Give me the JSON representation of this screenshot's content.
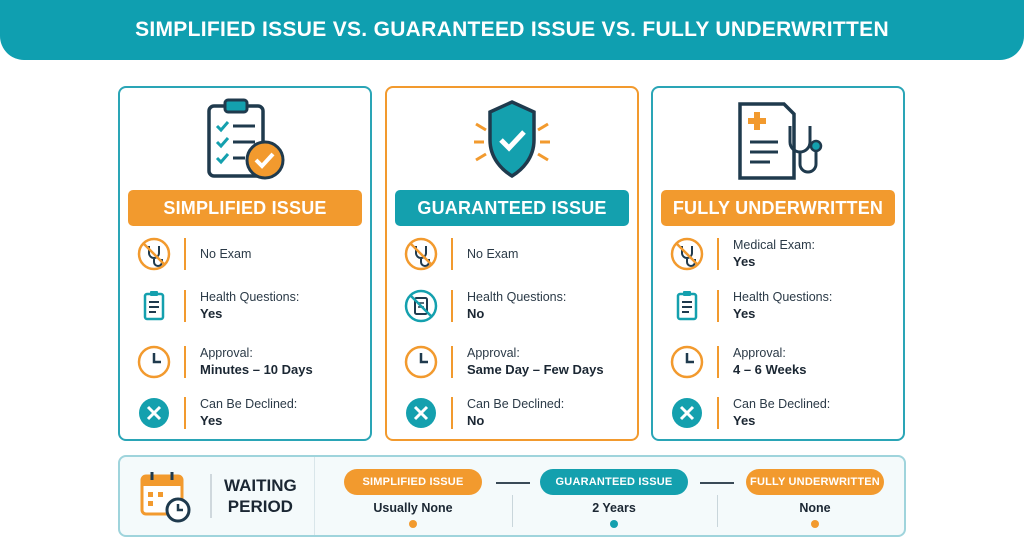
{
  "title": "SIMPLIFIED ISSUE VS. GUARANTEED ISSUE VS. FULLY UNDERWRITTEN",
  "colors": {
    "orange": "#f29a2e",
    "teal": "#14a0ae",
    "navy": "#1f3a4d"
  },
  "cards": [
    {
      "heading": "SIMPLIFIED ISSUE",
      "icon": "clipboard-check-icon",
      "rows": [
        {
          "icon": "no-stethoscope-icon",
          "label": "No Exam",
          "value": ""
        },
        {
          "icon": "clipboard-list-icon",
          "label": "Health Questions:",
          "value": "Yes"
        },
        {
          "icon": "clock-icon",
          "label": "Approval:",
          "value": "Minutes – 10 Days"
        },
        {
          "icon": "x-circle-icon",
          "label": "Can Be Declined:",
          "value": "Yes"
        }
      ]
    },
    {
      "heading": "GUARANTEED ISSUE",
      "icon": "shield-check-icon",
      "rows": [
        {
          "icon": "no-stethoscope-icon",
          "label": "No Exam",
          "value": ""
        },
        {
          "icon": "no-clipboard-icon",
          "label": "Health Questions:",
          "value": "No"
        },
        {
          "icon": "clock-icon",
          "label": "Approval:",
          "value": "Same Day – Few Days"
        },
        {
          "icon": "x-circle-icon",
          "label": "Can Be Declined:",
          "value": "No"
        }
      ]
    },
    {
      "heading": "FULLY UNDERWRITTEN",
      "icon": "medical-report-icon",
      "rows": [
        {
          "icon": "no-stethoscope-icon",
          "label": "Medical Exam:",
          "value": "Yes"
        },
        {
          "icon": "clipboard-list-icon",
          "label": "Health Questions:",
          "value": "Yes"
        },
        {
          "icon": "clock-icon",
          "label": "Approval:",
          "value": "4 – 6 Weeks"
        },
        {
          "icon": "x-circle-icon",
          "label": "Can Be Declined:",
          "value": "Yes"
        }
      ]
    }
  ],
  "waiting": {
    "title_line1": "WAITING",
    "title_line2": "PERIOD",
    "icon": "calendar-clock-icon",
    "items": [
      {
        "label": "SIMPLIFIED ISSUE",
        "value": "Usually None"
      },
      {
        "label": "GUARANTEED ISSUE",
        "value": "2 Years"
      },
      {
        "label": "FULLY UNDERWRITTEN",
        "value": "None"
      }
    ]
  }
}
